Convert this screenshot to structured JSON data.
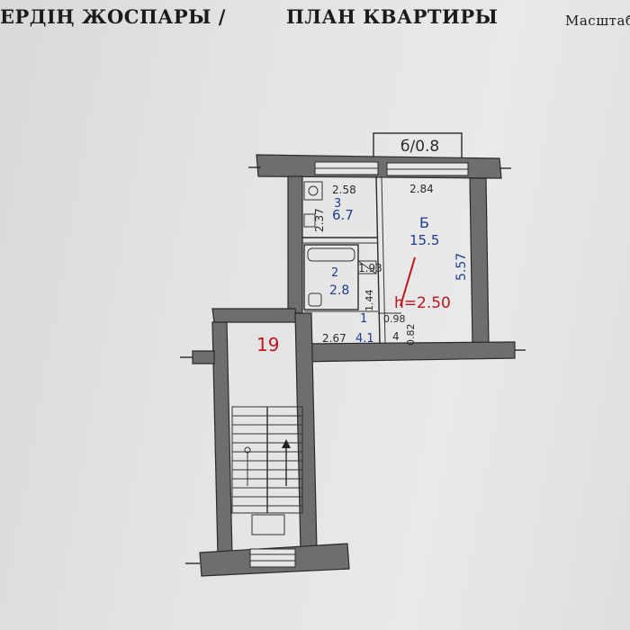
{
  "header": {
    "left_title": "ЕРДІҢ ЖОСПАРЫ /",
    "center_title": "ПЛАН КВАРТИРЫ",
    "right_text": "Масштаб"
  },
  "plan": {
    "balcony_label": "б/0.8",
    "rooms": [
      {
        "number": "3",
        "area": "6.7",
        "width": "2.58",
        "length": "2.37"
      },
      {
        "number": "2",
        "area": "2.8",
        "width": "1.93",
        "length": "1.44"
      },
      {
        "number": "1",
        "area": "4.1",
        "width": "2.67",
        "length": "0.98"
      },
      {
        "number": "Б",
        "area": "15.5",
        "width": "2.84",
        "length": "5.57"
      }
    ],
    "hallway_extra": "0.82",
    "staircase_number": "19",
    "height_note": "h=2.50"
  }
}
